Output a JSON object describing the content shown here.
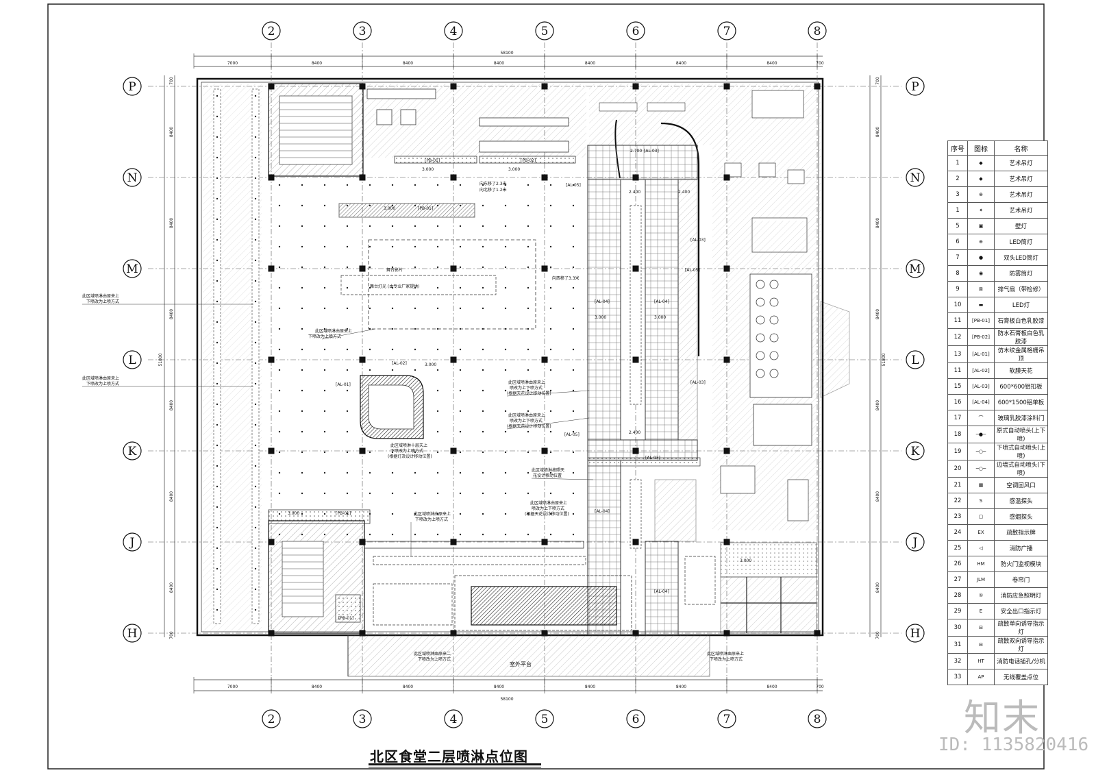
{
  "drawing": {
    "title": "北区食堂二层喷淋点位图",
    "total_dim": "58100",
    "col_axes": [
      "2",
      "3",
      "4",
      "5",
      "6",
      "7",
      "8"
    ],
    "row_axes": [
      "P",
      "N",
      "M",
      "L",
      "K",
      "J",
      "H"
    ],
    "col_dims": [
      "7000",
      "8400",
      "8400",
      "8400",
      "8400",
      "8400",
      "8400",
      "700"
    ],
    "row_dims": [
      "700",
      "8400",
      "8400",
      "8400",
      "8400",
      "8400",
      "8400",
      "700"
    ],
    "side_dim": "51800"
  },
  "annotations": {
    "shift1": "向东移了2.3米",
    "shift2": "向北移了1.2米",
    "shift3": "向西移了3.3米",
    "note_left1a": "此区域喷淋由原来上",
    "note_left1b": "下喷改为上喷方式",
    "note_left2a": "此区域喷淋由原来上",
    "note_left2b": "下喷改为上喷方式",
    "note_center1a": "此区域喷淋由原来上",
    "note_center1b": "下喷改为上喷方式",
    "note_ring1": "此区域喷淋十层天上",
    "note_ring2": "下喷改为上喷方式",
    "note_ring3": "(根据灯及设计移动位置)",
    "note_right1a": "此区域喷淋由原来上",
    "note_right1b": "喷改为上下喷方式",
    "note_right1c": "(根据天花设计移动位置)",
    "note_right2a": "此区域喷淋由原来上",
    "note_right2b": "喷改为上下喷方式",
    "note_right2c": "(根据天花设计移动位置)",
    "note_k1": "此区域喷淋按照天",
    "note_k2": "花设计移动位置",
    "note_j1": "此区域喷淋由原来上",
    "note_j2": "喷改为上下喷方式",
    "note_j3": "(根据天花设计移动位置)",
    "note_bottom1": "此区域喷淋由原来上",
    "note_bottom2": "下喷改为上喷方式",
    "note_b1": "此区域喷淋由原来二",
    "note_b2": "下喷改为上喷方式",
    "note_b3": "此区域喷淋由原来上",
    "note_b4": "下喷改为上喷方式",
    "tag_pb01": "[PB-01]",
    "tag_pb02": "[PB-02]",
    "tag_al01": "[AL-01]",
    "tag_al02": "[AL-02]",
    "tag_al03": "[AL-03]",
    "tag_al04": "[AL-04]",
    "tag_al05": "[AL-05]",
    "elev_3000": "3.000",
    "elev_2400": "2.400",
    "elev_2700": "2.700",
    "stage_label": "舞台影片",
    "stage_label2": "舞台灯光 (由专业厂家提供)",
    "outdoor": "室外平台"
  },
  "legend": {
    "headers": [
      "序号",
      "图标",
      "名称"
    ],
    "rows": [
      {
        "no": "1",
        "icon": "◆",
        "name": "艺术吊灯"
      },
      {
        "no": "2",
        "icon": "◆",
        "name": "艺术吊灯"
      },
      {
        "no": "3",
        "icon": "⊕",
        "name": "艺术吊灯"
      },
      {
        "no": "1",
        "icon": "✦",
        "name": "艺术吊灯"
      },
      {
        "no": "5",
        "icon": "▣",
        "name": "壁灯"
      },
      {
        "no": "6",
        "icon": "⊕",
        "name": "LED筒灯"
      },
      {
        "no": "7",
        "icon": "●",
        "name": "双头LED筒灯"
      },
      {
        "no": "8",
        "icon": "◉",
        "name": "防雾筒灯"
      },
      {
        "no": "9",
        "icon": "⊠",
        "name": "排气扇（带检修）"
      },
      {
        "no": "10",
        "icon": "▬",
        "name": "LED灯"
      },
      {
        "no": "11",
        "icon": "[PB-01]",
        "name": "石膏板白色乳胶漆"
      },
      {
        "no": "12",
        "icon": "[PB-02]",
        "name": "防水石膏板白色乳胶漆"
      },
      {
        "no": "13",
        "icon": "[AL-01]",
        "name": "仿木纹金属格栅吊顶"
      },
      {
        "no": "11",
        "icon": "[AL-02]",
        "name": "软膜天花"
      },
      {
        "no": "15",
        "icon": "[AL-03]",
        "name": "600*600铝扣板"
      },
      {
        "no": "16",
        "icon": "[AL-04]",
        "name": "600*1500铝单板"
      },
      {
        "no": "17",
        "icon": "⌒",
        "name": "玻璃乳胶漆涂料门"
      },
      {
        "no": "18",
        "icon": "─●─",
        "name": "原式自动喷头(上下喷)"
      },
      {
        "no": "19",
        "icon": "─○─",
        "name": "下喷式自动喷头(上喷)"
      },
      {
        "no": "20",
        "icon": "─○─",
        "name": "边墙式自动喷头(下喷)"
      },
      {
        "no": "21",
        "icon": "▦",
        "name": "空调回风口"
      },
      {
        "no": "22",
        "icon": "S",
        "name": "感温探头"
      },
      {
        "no": "23",
        "icon": "▢",
        "name": "感烟探头"
      },
      {
        "no": "24",
        "icon": "EX",
        "name": "疏散指示牌"
      },
      {
        "no": "25",
        "icon": "◁",
        "name": "消防广播"
      },
      {
        "no": "26",
        "icon": "HM",
        "name": "防火门监视模块"
      },
      {
        "no": "27",
        "icon": "JLM",
        "name": "卷帘门"
      },
      {
        "no": "28",
        "icon": "①",
        "name": "消防应急照明灯"
      },
      {
        "no": "29",
        "icon": "E",
        "name": "安全出口指示灯"
      },
      {
        "no": "30",
        "icon": "⊟",
        "name": "疏散单向诱导指示灯"
      },
      {
        "no": "31",
        "icon": "⊟",
        "name": "疏散双向诱导指示灯"
      },
      {
        "no": "32",
        "icon": "HT",
        "name": "消防电话插孔/分机"
      },
      {
        "no": "33",
        "icon": "AP",
        "name": "无线覆盖点位"
      }
    ]
  },
  "branding": {
    "logo": "知末",
    "id": "ID: 1135820416"
  }
}
